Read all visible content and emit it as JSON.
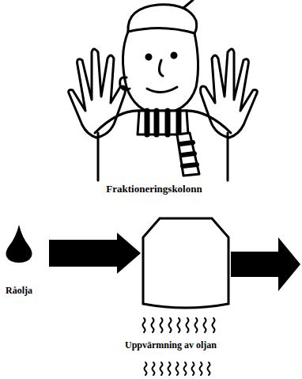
{
  "diagram": {
    "nodes": [
      {
        "text": [
          "Råolja"
        ]
      },
      {
        "text": [
          "Fraktioneringskolonn"
        ]
      }
    ],
    "edges": [
      {
        "from": 0,
        "to": 1,
        "arrow": "to"
      }
    ],
    "labels": [
      "Uppvärmning av oljan"
    ]
  }
}
